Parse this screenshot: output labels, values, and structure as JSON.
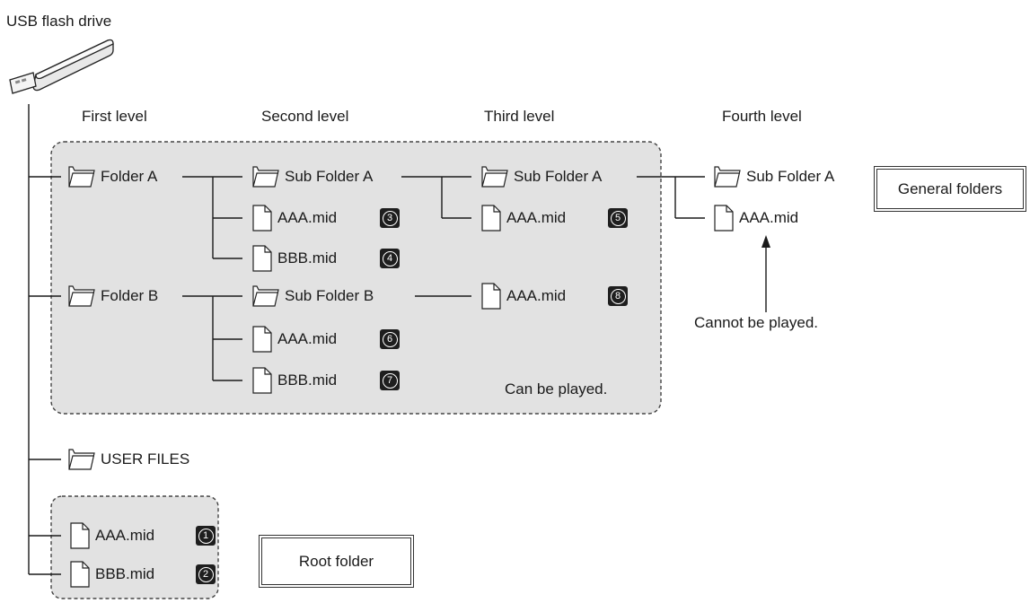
{
  "drive_label": "USB flash drive",
  "levels": {
    "first": "First level",
    "second": "Second level",
    "third": "Third level",
    "fourth": "Fourth level"
  },
  "nodes": {
    "folder_a": "Folder A",
    "folder_b": "Folder B",
    "sub_folder_a_l2": "Sub Folder A",
    "sub_folder_b_l2": "Sub Folder B",
    "sub_folder_a_l3": "Sub Folder A",
    "sub_folder_a_l4": "Sub Folder A",
    "a_aaa_l2": "AAA.mid",
    "a_bbb_l2": "BBB.mid",
    "b_aaa_l2": "AAA.mid",
    "b_bbb_l2": "BBB.mid",
    "a_aaa_l3": "AAA.mid",
    "b_aaa_l3": "AAA.mid",
    "a_aaa_l4": "AAA.mid",
    "user_files": "USER FILES",
    "root_aaa": "AAA.mid",
    "root_bbb": "BBB.mid"
  },
  "badges": {
    "b1": "1",
    "b2": "2",
    "b3": "3",
    "b4": "4",
    "b5": "5",
    "b6": "6",
    "b7": "7",
    "b8": "8"
  },
  "annotations": {
    "can_play": "Can be played.",
    "cannot_play": "Cannot be played.",
    "general_folders": "General folders",
    "root_folder": "Root folder"
  },
  "colors": {
    "group_fill": "#e2e2e2",
    "badge_fill": "#1e1e1e",
    "line": "#1a1a1a"
  }
}
